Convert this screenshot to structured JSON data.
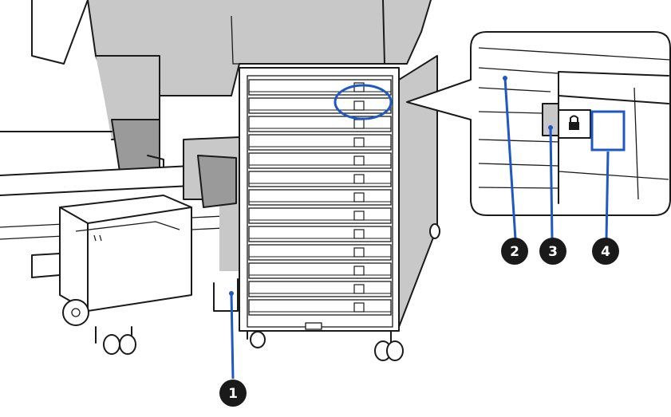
{
  "callouts": [
    {
      "number": "1"
    },
    {
      "number": "2"
    },
    {
      "number": "3"
    },
    {
      "number": "4"
    }
  ],
  "colors": {
    "callout_line": "#1f57c3",
    "badge_fill": "#1a1a1a",
    "badge_text": "#ffffff",
    "machine_fill": "#c8c8c8",
    "outline": "#1a1a1a"
  },
  "icons": {
    "lock": "padlock-icon"
  }
}
